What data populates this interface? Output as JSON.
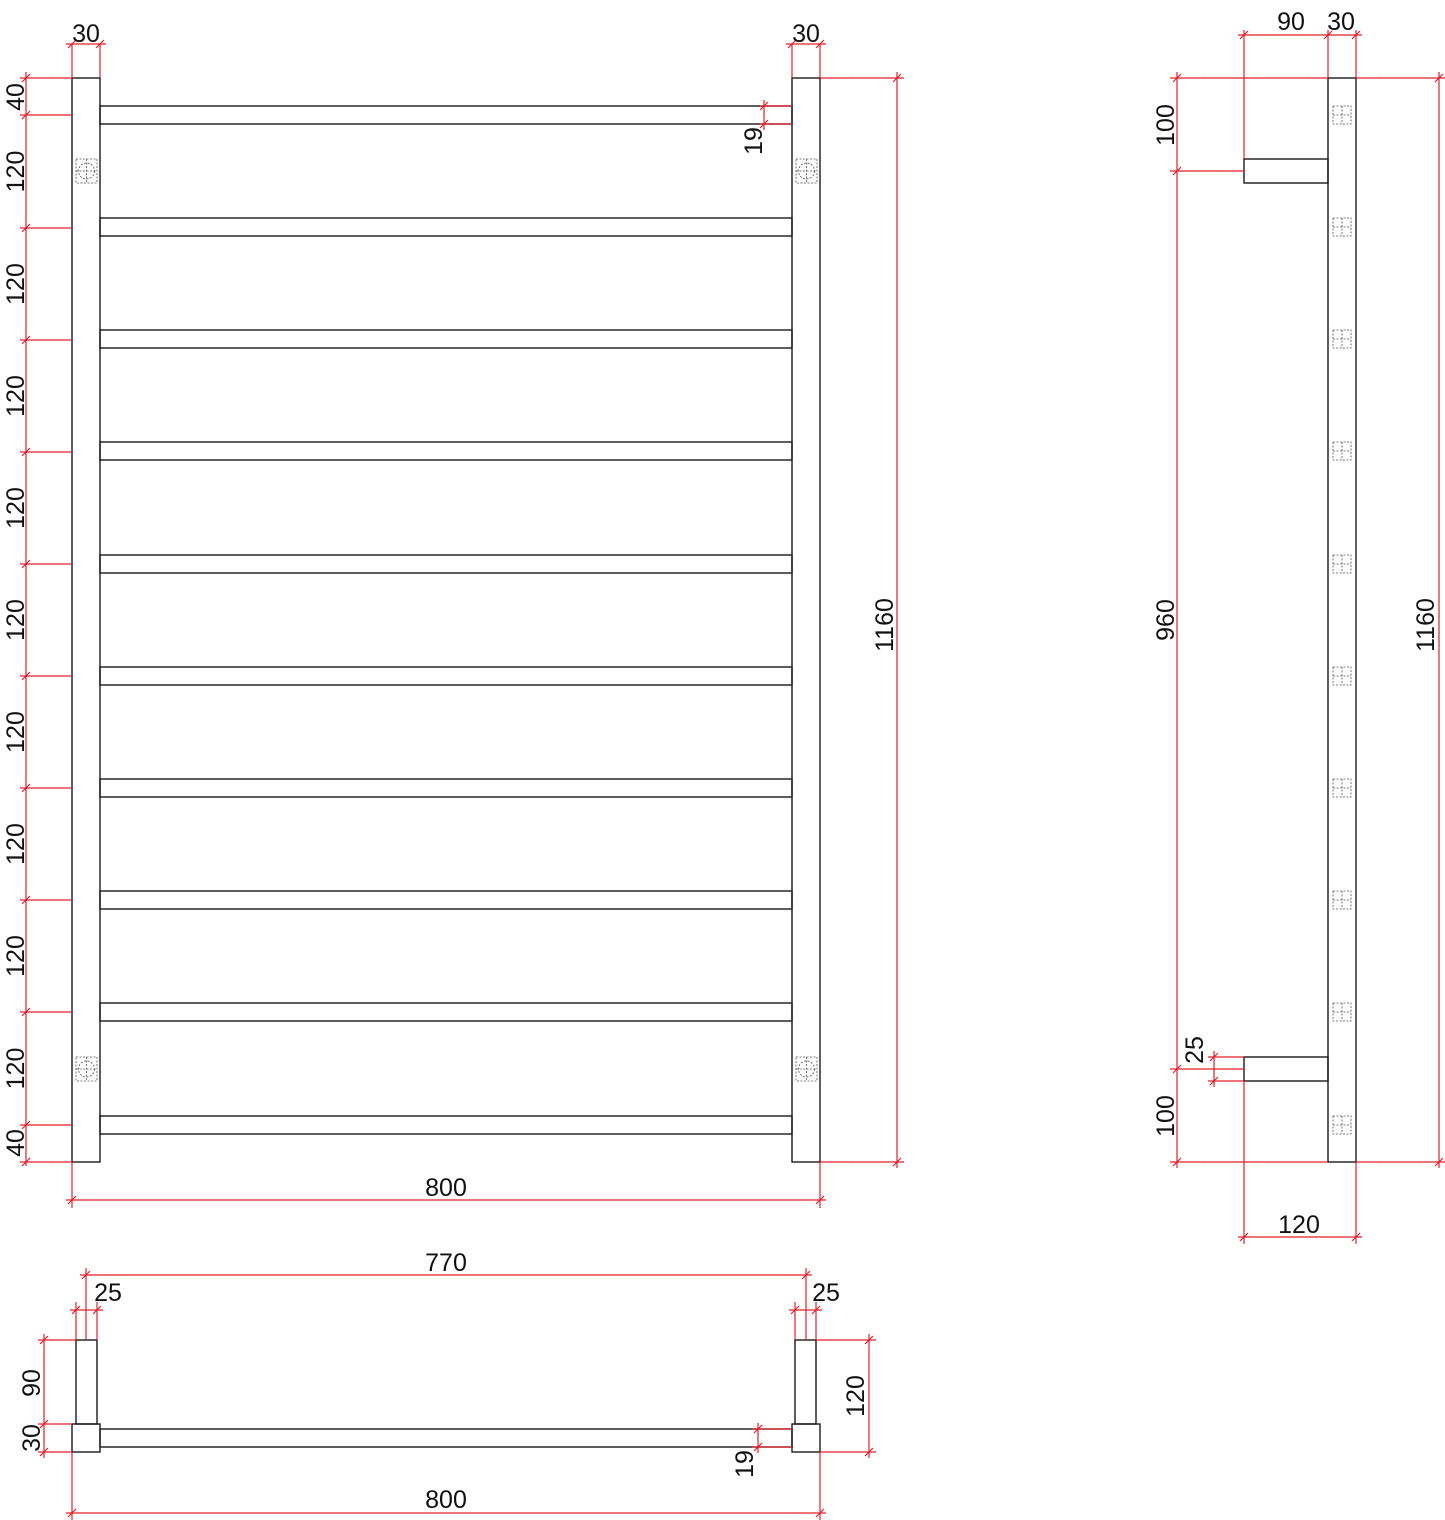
{
  "front_view": {
    "post_width_left": "30",
    "post_width_right": "30",
    "top_offset": "40",
    "bottom_offset": "40",
    "bar_thickness": "19",
    "rail_spacing": [
      "120",
      "120",
      "120",
      "120",
      "120",
      "120",
      "120",
      "120",
      "120"
    ],
    "total_height": "1160",
    "total_width": "800"
  },
  "side_view": {
    "standoff_depth": "90",
    "post_depth": "30",
    "top_to_bracket": "100",
    "bracket_spacing": "960",
    "bracket_height": "25",
    "bottom_to_bracket": "100",
    "total_height": "1160",
    "total_depth": "120"
  },
  "top_view": {
    "inner_span": "770",
    "post_left": "25",
    "post_right": "25",
    "standoff_depth": "90",
    "post_depth": "30",
    "overall_depth": "120",
    "bar_thickness": "19",
    "total_width": "800"
  }
}
